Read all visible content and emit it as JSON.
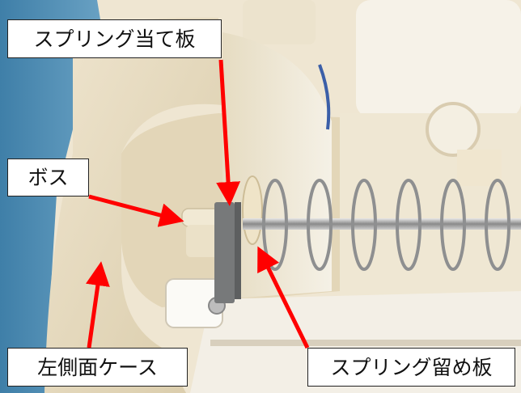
{
  "labels": {
    "spring_plate": "スプリング当て板",
    "boss": "ボス",
    "left_case": "左側面ケース",
    "spring_retainer": "スプリング留め板"
  },
  "colors": {
    "arrow": "#ff0000",
    "callout_bg": "#ffffff",
    "callout_border": "#222222"
  }
}
